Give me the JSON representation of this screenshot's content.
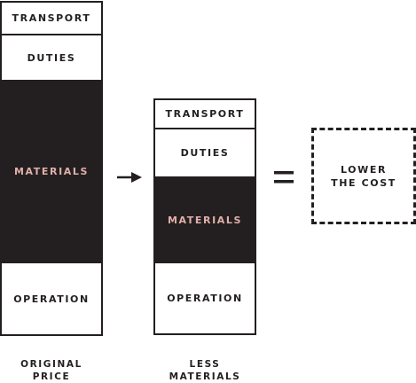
{
  "original": {
    "transport": "TRANSPORT",
    "duties": "DUTIES",
    "materials": "MATERIALS",
    "operation": "OPERATION",
    "caption_line1": "ORIGINAL",
    "caption_line2": "PRICE"
  },
  "less_materials": {
    "transport": "TRANSPORT",
    "duties": "DUTIES",
    "materials": "MATERIALS",
    "operation": "OPERATION",
    "caption_line1": "LESS",
    "caption_line2": "MATERIALS"
  },
  "result": {
    "line1": "LOWER",
    "line2": "THE COST"
  },
  "colors": {
    "dark": "#231f20",
    "materials_text": "#e0b0aa"
  }
}
